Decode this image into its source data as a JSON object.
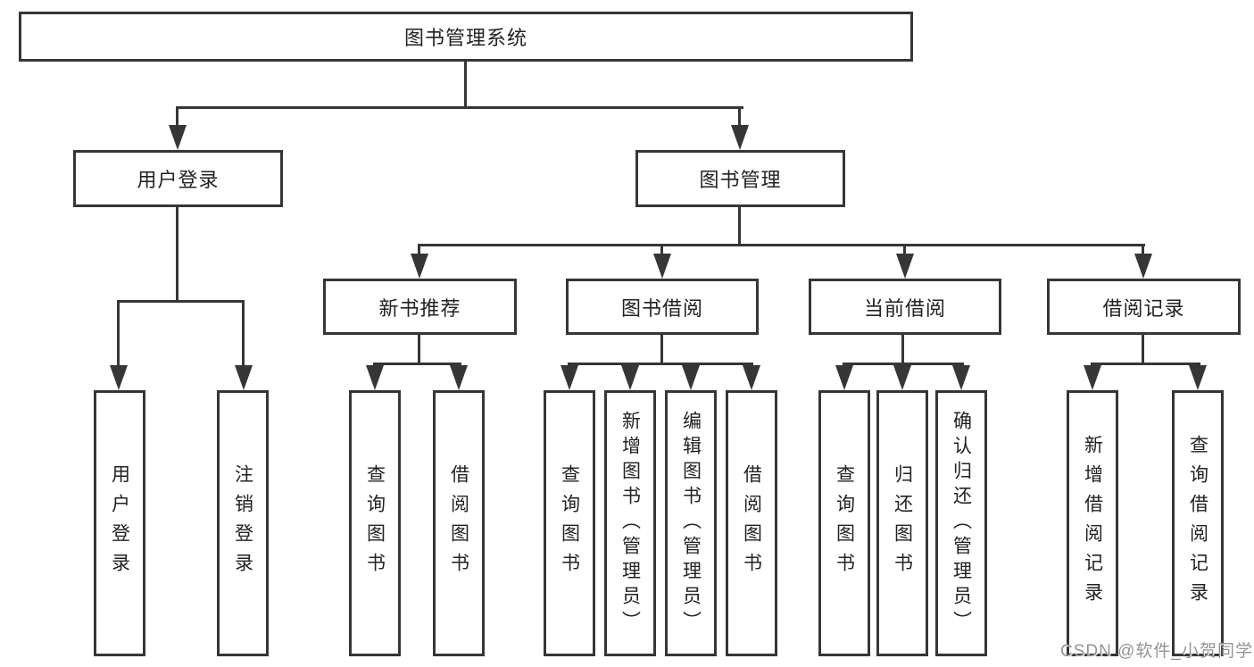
{
  "tree": {
    "label": "图书管理系统",
    "children": [
      {
        "label": "用户登录",
        "children": [
          {
            "label": "用户登录"
          },
          {
            "label": "注销登录"
          }
        ]
      },
      {
        "label": "图书管理",
        "children": [
          {
            "label": "新书推荐",
            "children": [
              {
                "label": "查询图书"
              },
              {
                "label": "借阅图书"
              }
            ]
          },
          {
            "label": "图书借阅",
            "children": [
              {
                "label": "查询图书"
              },
              {
                "label": "新增图书（管理员）"
              },
              {
                "label": "编辑图书（管理员）"
              },
              {
                "label": "借阅图书"
              }
            ]
          },
          {
            "label": "当前借阅",
            "children": [
              {
                "label": "查询图书"
              },
              {
                "label": "归还图书"
              },
              {
                "label": "确认归还（管理员）"
              }
            ]
          },
          {
            "label": "借阅记录",
            "children": [
              {
                "label": "新增借阅记录"
              },
              {
                "label": "查询借阅记录"
              }
            ]
          }
        ]
      }
    ]
  },
  "watermark": {
    "text": "CSDN @软件_小贺同学"
  },
  "colors": {
    "line": "#363636",
    "box_border": "#363636",
    "box_background": "#ffffff",
    "page_background": "#ffffff",
    "text": "#222222",
    "watermark": "#949494"
  }
}
